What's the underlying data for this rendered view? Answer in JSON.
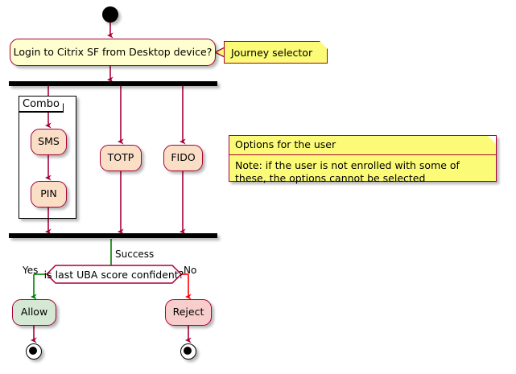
{
  "diagram": {
    "type": "activity-diagram",
    "title": "",
    "colors": {
      "border": "#A80036",
      "activity_fill": "#FEFECE",
      "option_fill": "#FBDEC6",
      "allow_fill": "#D5E8D4",
      "reject_fill": "#F8CECC",
      "note_fill": "#FBFB77",
      "success_arrow": "#008000",
      "no_arrow": "#FF0000",
      "bar": "#000000"
    },
    "start_node": {
      "name": "start",
      "shape": "filled-circle"
    },
    "activities": {
      "login": "Login to Citrix SF from Desktop device?",
      "sms": "SMS",
      "pin": "PIN",
      "totp": "TOTP",
      "fido": "FIDO",
      "allow": "Allow",
      "reject": "Reject"
    },
    "group": {
      "label": "Combo",
      "members": [
        "SMS",
        "PIN"
      ]
    },
    "decision": {
      "label": "is last UBA score confident?",
      "branches": [
        {
          "label": "Yes",
          "target": "Allow",
          "color": "#008000"
        },
        {
          "label": "No",
          "target": "Reject",
          "color": "#FF0000"
        }
      ]
    },
    "edge_labels": {
      "success": "Success",
      "yes": "Yes",
      "no": "No"
    },
    "notes": [
      {
        "kind": "callout",
        "attached_to": "login",
        "text": "Journey selector"
      },
      {
        "kind": "block",
        "attached_to": "fork-branches",
        "title": "Options for the user",
        "body": "Note: if the user is not enrolled with some of these, the options cannot be selected"
      }
    ],
    "fork_bars": [
      {
        "name": "fork-bar",
        "branches": [
          "Combo",
          "TOTP",
          "FIDO"
        ]
      },
      {
        "name": "join-bar",
        "branches": [
          "Combo",
          "TOTP",
          "FIDO"
        ]
      }
    ],
    "end_nodes": [
      {
        "name": "end-allow",
        "shape": "bullseye"
      },
      {
        "name": "end-reject",
        "shape": "bullseye"
      }
    ]
  }
}
